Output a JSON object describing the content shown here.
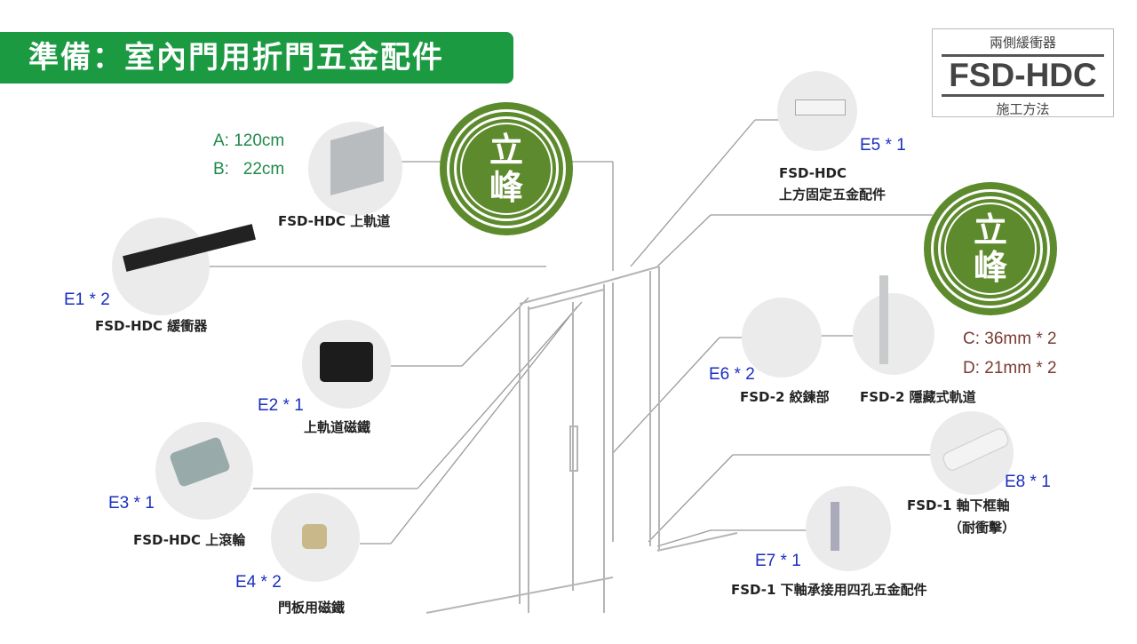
{
  "title": "準備：室內門用折門五金配件",
  "brand": {
    "top": "兩側緩衝器",
    "main": "FSD-HDC",
    "bottom": "施工方法"
  },
  "stamp": {
    "char1": "立",
    "char2": "峰"
  },
  "colors": {
    "banner": "#1b9a42",
    "stamp": "#5d8a2c",
    "qty": "#1a2fc0",
    "dimAB": "#1f8a4a",
    "dimCD": "#7a3a32"
  },
  "parts": {
    "top_rail": {
      "label": "FSD-HDC 上軌道",
      "dimA": "A: 120cm",
      "dimB": "B:   22cm"
    },
    "e1": {
      "qty": "E1 * 2",
      "label": "FSD-HDC 緩衝器"
    },
    "e2": {
      "qty": "E2 * 1",
      "label": "上軌道磁鐵"
    },
    "e3": {
      "qty": "E3 * 1",
      "label": "FSD-HDC 上滾輪"
    },
    "e4": {
      "qty": "E4 * 2",
      "label": "門板用磁鐵"
    },
    "e5": {
      "qty": "E5 * 1",
      "label1": "FSD-HDC",
      "label2": "上方固定五金配件"
    },
    "e6": {
      "qty": "E6 * 2",
      "label": "FSD-2 絞鍊部"
    },
    "hidden_rail": {
      "label": "FSD-2 隱藏式軌道",
      "dimC": "C: 36mm * 2",
      "dimD": "D: 21mm * 2"
    },
    "e7": {
      "qty": "E7 * 1",
      "label": "FSD-1 下軸承接用四孔五金配件"
    },
    "e8": {
      "qty": "E8 * 1",
      "label1": "FSD-1 軸下框軸",
      "label2": "（耐衝擊）"
    }
  }
}
